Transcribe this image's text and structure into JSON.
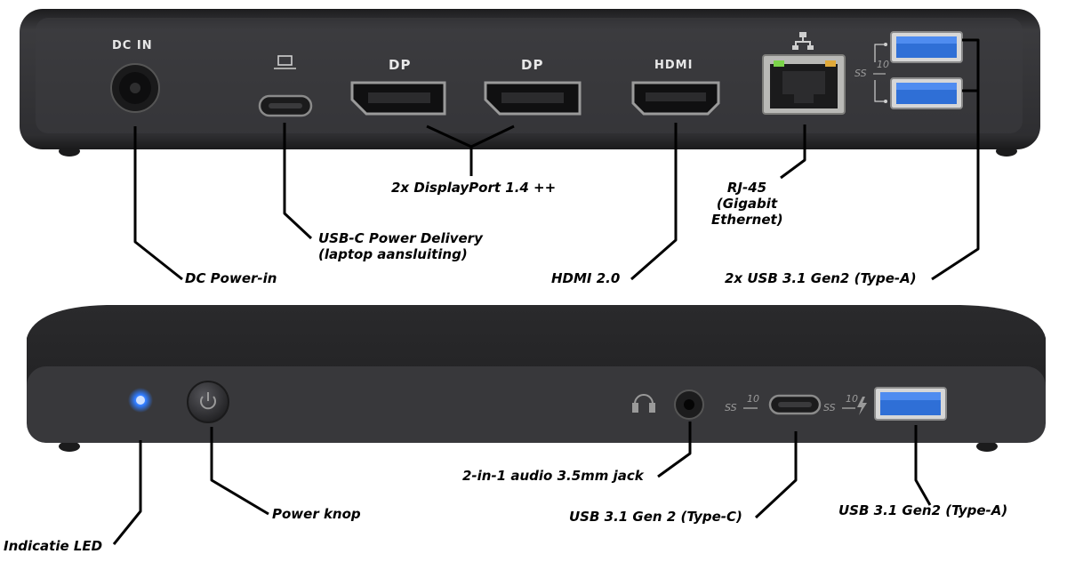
{
  "rear_panel": {
    "port_labels": {
      "dc_in": "DC IN",
      "dp_1": "DP",
      "dp_2": "DP",
      "hdmi": "HDMI"
    },
    "callouts": {
      "dc_power_in": "DC Power-in",
      "usb_c_pd_line1": "USB-C Power Delivery",
      "usb_c_pd_line2": "(laptop aansluiting)",
      "displayport": "2x DisplayPort 1.4 ++",
      "hdmi": "HDMI 2.0",
      "rj45_line1": "RJ-45",
      "rj45_line2": "(Gigabit",
      "rj45_line3": "Ethernet)",
      "usb_a_pair": "2x USB 3.1 Gen2 (Type-A)"
    }
  },
  "front_panel": {
    "callouts": {
      "indicator_led": "Indicatie LED",
      "power_button": "Power knop",
      "audio_jack": "2-in-1 audio 3.5mm jack",
      "usb_c": "USB 3.1 Gen 2 (Type-C)",
      "usb_a": "USB 3.1 Gen2 (Type-A)"
    }
  },
  "icons": [
    "laptop-icon",
    "network-icon",
    "superspeed-10-icon",
    "headphones-icon",
    "lightning-icon",
    "power-icon"
  ],
  "colors": {
    "device_body": "#2b2b2d",
    "device_face": "#3a3a3c",
    "usb_a_blue": "#2f6fd6",
    "led_blue": "#2f7bff",
    "rj45_led_green": "#7bd34a",
    "rj45_led_amber": "#e0a93a"
  }
}
